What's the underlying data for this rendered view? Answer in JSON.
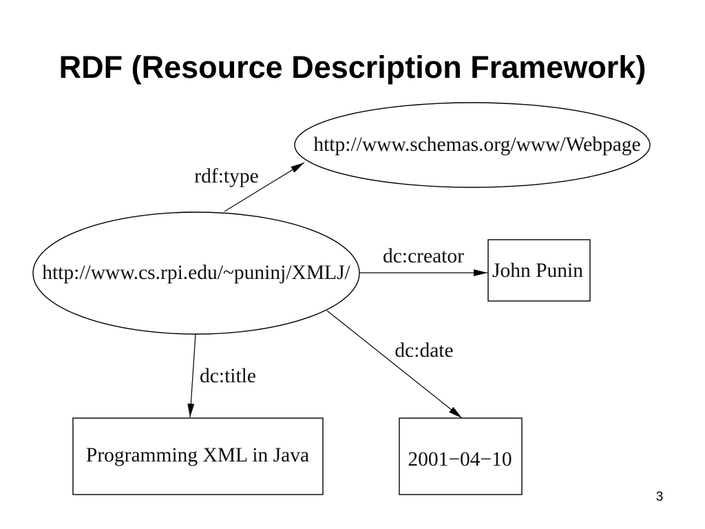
{
  "slide": {
    "title": "RDF (Resource Description Framework)",
    "page_number": "3"
  },
  "diagram": {
    "nodes": [
      {
        "label": "http://www.schemas.org/www/Webpage"
      },
      {
        "label": "http://www.cs.rpi.edu/~puninj/XMLJ/"
      },
      {
        "label": "John Punin"
      },
      {
        "label": "Programming XML in Java"
      },
      {
        "label": "2001−04−10"
      }
    ],
    "edges": [
      {
        "from": 1,
        "to": 0,
        "label": "rdf:type"
      },
      {
        "from": 1,
        "to": 2,
        "label": "dc:creator"
      },
      {
        "from": 1,
        "to": 3,
        "label": "dc:title"
      },
      {
        "from": 1,
        "to": 4,
        "label": "dc:date"
      }
    ]
  }
}
